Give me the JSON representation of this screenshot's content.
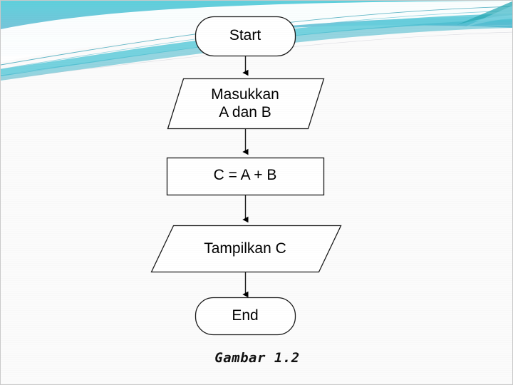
{
  "slide": {
    "caption": "Gambar 1.2",
    "background_color": "#fbfbfb",
    "border_color": "#c9c9c9",
    "accent_colors": {
      "teal_dark": "#2aa8b4",
      "teal": "#4ec8d8",
      "cyan_light": "#8fdcea",
      "blue_grey": "#79b4cc",
      "swoosh_white": "#ffffff"
    }
  },
  "flowchart": {
    "title": "Gambar 1.2",
    "orientation": "vertical",
    "shape_fill": "#ffffff",
    "shape_stroke": "#000000",
    "connector_color": "#000000",
    "nodes": [
      {
        "id": "start",
        "label": "Start",
        "shape": "terminator"
      },
      {
        "id": "input",
        "label": "Masukkan\nA dan B",
        "shape": "parallelogram"
      },
      {
        "id": "proc",
        "label": "C = A + B",
        "shape": "rectangle"
      },
      {
        "id": "output",
        "label": "Tampilkan C",
        "shape": "parallelogram"
      },
      {
        "id": "end",
        "label": "End",
        "shape": "terminator"
      }
    ],
    "connectors": [
      {
        "from": "start",
        "to": "input"
      },
      {
        "from": "input",
        "to": "proc"
      },
      {
        "from": "proc",
        "to": "output"
      },
      {
        "from": "output",
        "to": "end"
      }
    ]
  }
}
